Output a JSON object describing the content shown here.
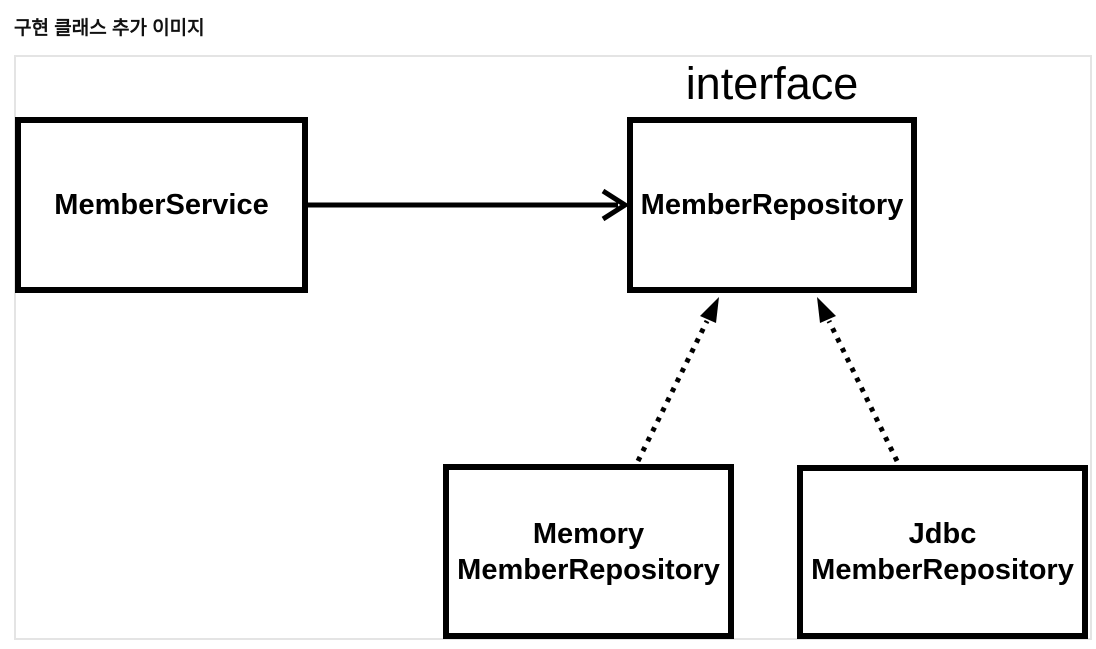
{
  "page": {
    "title": "구현 클래스 추가 이미지"
  },
  "diagram": {
    "stereotype_label": "interface",
    "nodes": {
      "member_service": {
        "label": "MemberService"
      },
      "member_repository": {
        "label": "MemberRepository"
      },
      "memory_member_repository": {
        "line1": "Memory",
        "line2": "MemberRepository"
      },
      "jdbc_member_repository": {
        "line1": "Jdbc",
        "line2": "MemberRepository"
      }
    },
    "edges": [
      {
        "from": "MemberService",
        "to": "MemberRepository",
        "style": "solid",
        "head": "open-arrow",
        "meaning": "dependency"
      },
      {
        "from": "MemoryMemberRepository",
        "to": "MemberRepository",
        "style": "dotted",
        "head": "filled-triangle",
        "meaning": "implements"
      },
      {
        "from": "JdbcMemberRepository",
        "to": "MemberRepository",
        "style": "dotted",
        "head": "filled-triangle",
        "meaning": "implements"
      }
    ],
    "colors": {
      "line": "#000000",
      "node_border": "#000000",
      "node_background": "#ffffff",
      "container_border": "#e4e4e4",
      "background": "#ffffff",
      "title_text": "#111111"
    }
  }
}
